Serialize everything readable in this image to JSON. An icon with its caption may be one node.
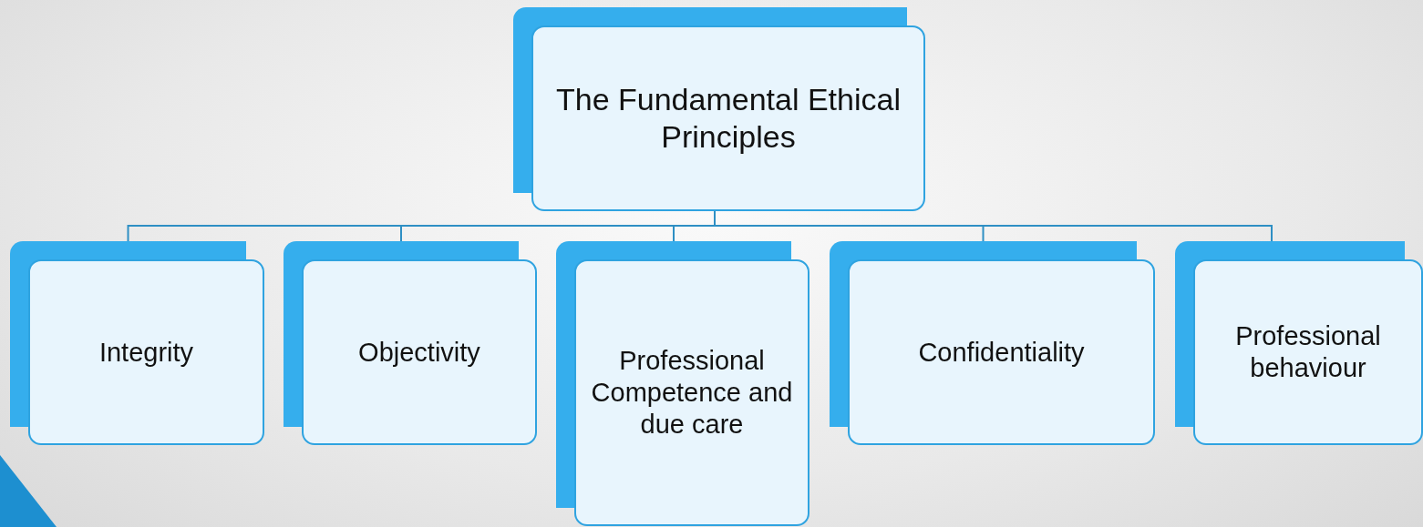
{
  "diagram": {
    "nodes": [
      {
        "text": [
          "The Fundamental Ethical Principles"
        ]
      },
      {
        "text": [
          "Integrity"
        ]
      },
      {
        "text": [
          "Objectivity"
        ]
      },
      {
        "text": [
          "Professional Competence and due care"
        ]
      },
      {
        "text": [
          "Confidentiality"
        ]
      },
      {
        "text": [
          "Professional behaviour"
        ]
      }
    ],
    "edges": [
      {
        "from": 0,
        "to": 1,
        "arrow": "none"
      },
      {
        "from": 0,
        "to": 2,
        "arrow": "none"
      },
      {
        "from": 0,
        "to": 3,
        "arrow": "none"
      },
      {
        "from": 0,
        "to": 4,
        "arrow": "none"
      },
      {
        "from": 0,
        "to": 5,
        "arrow": "none"
      }
    ]
  }
}
